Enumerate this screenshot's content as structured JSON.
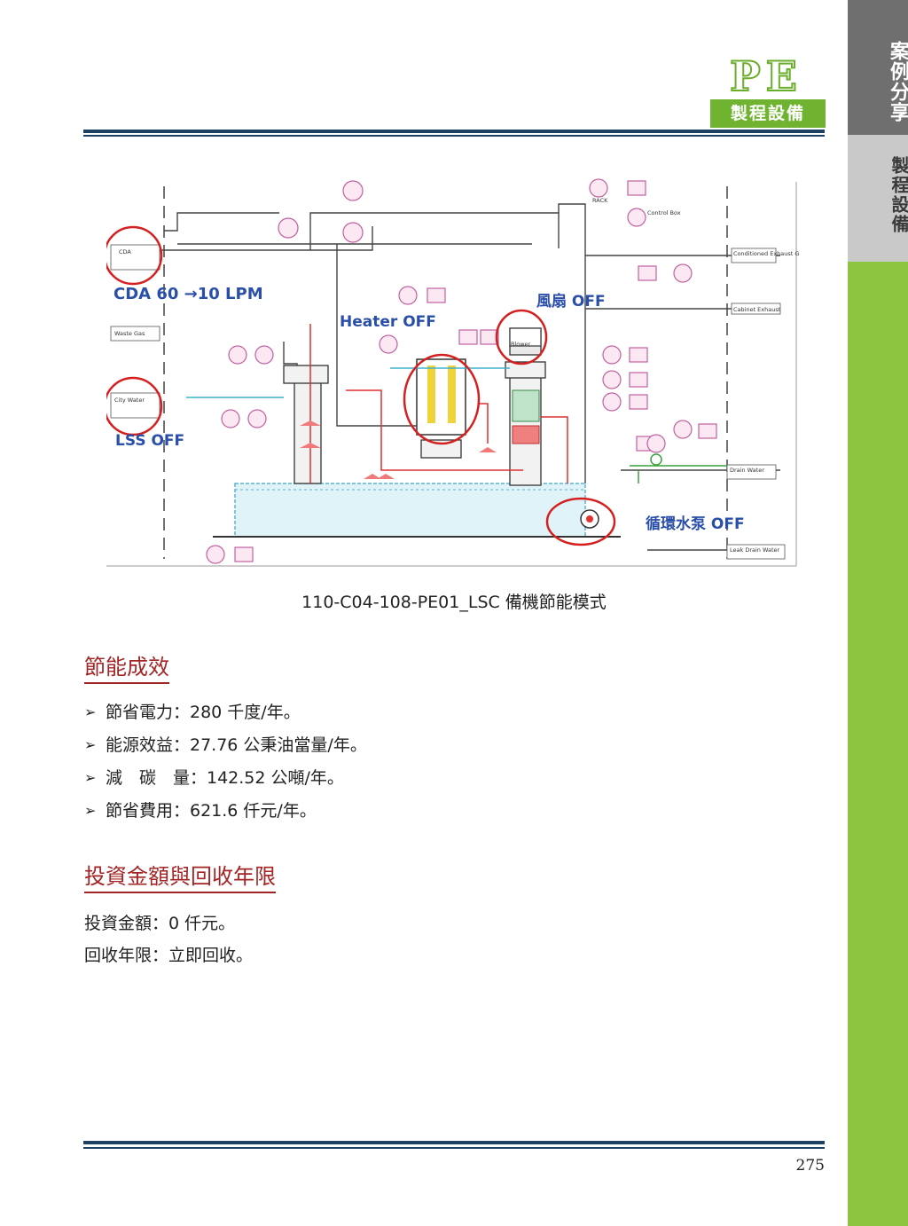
{
  "sidebar": {
    "section_label": "案例分享",
    "category_label": "製程設備"
  },
  "header": {
    "logo_text": "PE",
    "logo_subtitle": "製程設備"
  },
  "figure": {
    "caption": "110-C04-108-PE01_LSC 備機節能模式",
    "annotations": {
      "cda": "CDA 60 →10 LPM",
      "heater": "Heater OFF",
      "fan": "風扇 OFF",
      "lss": "LSS OFF",
      "pump": "循環水泵 OFF"
    },
    "labels": {
      "cda_box": "CDA",
      "waste_gas": "Waste Gas",
      "city_water": "City Water",
      "conditioned_exhaust": "Conditioned Exhaust Gas",
      "cabinet_exhaust": "Cabinet Exhaust",
      "drain_water": "Drain Water",
      "leak_drain_water": "Leak Drain Water",
      "control_box": "Control Box",
      "rack": "RACK",
      "blower": "Blower"
    }
  },
  "results": {
    "heading": "節能成效",
    "items": [
      "節省電力：280 千度/年。",
      "能源效益：27.76 公秉油當量/年。",
      "減　碳　量：142.52 公噸/年。",
      "節省費用：621.6 仟元/年。"
    ]
  },
  "investment": {
    "heading": "投資金額與回收年限",
    "amount": "投資金額：0 仟元。",
    "payback": "回收年限：立即回收。"
  },
  "page_number": "275",
  "colors": {
    "accent_green": "#8cc63f",
    "rule_navy": "#1f3f63",
    "heading_red": "#a32424",
    "annotation_blue": "#2a4fa8",
    "highlight_red": "#d42020"
  }
}
